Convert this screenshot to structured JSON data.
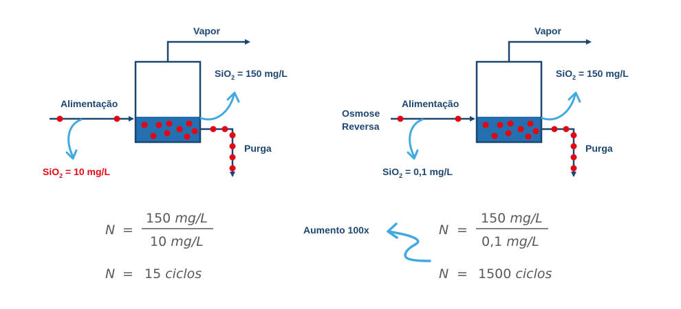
{
  "colors": {
    "navy": "#1c4670",
    "water": "#236fb0",
    "red": "#e30613",
    "arrow_blue": "#3fa9e0",
    "eq_gray": "#555a5f"
  },
  "left_diagram": {
    "vapor_label": "Vapor",
    "concentrate": {
      "prefix": "SiO",
      "sub": "2",
      "suffix": " = 150 mg/L"
    },
    "feed_label": "Alimentação",
    "feed_conc": {
      "prefix": "SiO",
      "sub": "2",
      "suffix": " = 10 mg/L"
    },
    "purge_label": "Purga"
  },
  "right_diagram": {
    "vapor_label": "Vapor",
    "concentrate": {
      "prefix": "SiO",
      "sub": "2",
      "suffix": " = 150 mg/L"
    },
    "source_label_1": "Osmose",
    "source_label_2": "Reversa",
    "feed_label": "Alimentação",
    "feed_conc": {
      "prefix": "SiO",
      "sub": "2",
      "suffix": " = 0,1 mg/L"
    },
    "purge_label": "Purga"
  },
  "left_equation": {
    "var": "N",
    "eq": "=",
    "num_value": "150",
    "num_unit": "mg/L",
    "den_value": "10",
    "den_unit": "mg/L",
    "result_value": "15",
    "result_unit": "ciclos"
  },
  "right_equation": {
    "var": "N",
    "eq": "=",
    "num_value": "150",
    "num_unit": "mg/L",
    "den_value": "0,1",
    "den_unit": "mg/L",
    "result_value": "1500",
    "result_unit": "ciclos"
  },
  "increase_label": "Aumento 100x"
}
